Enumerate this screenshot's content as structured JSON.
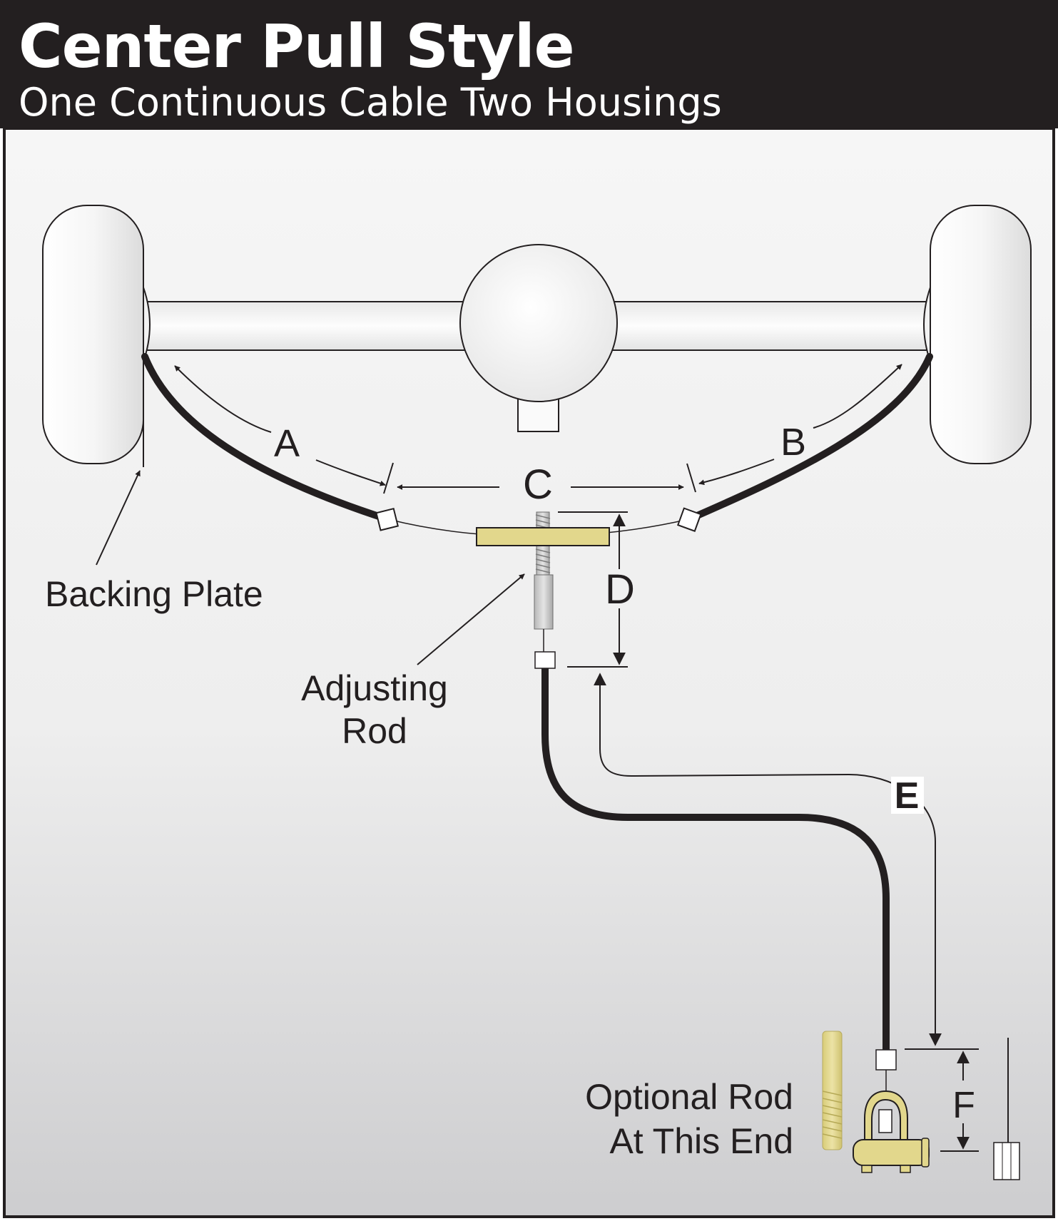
{
  "header": {
    "title": "Center Pull Style",
    "subtitle": "One Continuous Cable Two Housings"
  },
  "labels": {
    "a": "A",
    "b": "B",
    "c": "C",
    "d": "D",
    "e": "E",
    "f": "F",
    "backing_plate": "Backing Plate",
    "adjusting_rod_line1": "Adjusting",
    "adjusting_rod_line2": "Rod",
    "optional_rod_line1": "Optional Rod",
    "optional_rod_line2": "At This End"
  },
  "colors": {
    "header_bg": "#231f20",
    "cable": "#231f20",
    "equalizer": "#e2d78c",
    "panel_top": "#f6f6f6",
    "panel_bottom": "#cdcdcf"
  },
  "icons": {
    "wheel": "wheel-icon",
    "axle": "axle-icon",
    "differential": "differential-icon",
    "rod_end": "clevis-icon"
  }
}
